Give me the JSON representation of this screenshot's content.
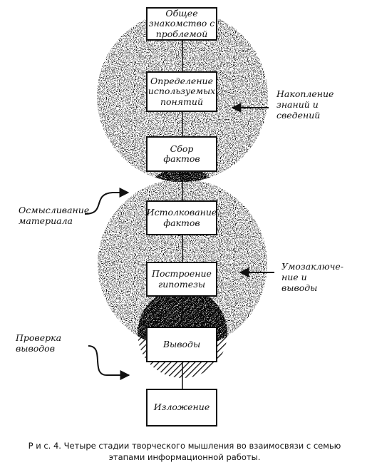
{
  "boxes": [
    {
      "id": "general",
      "label": "Общее\nзнакомство с\nпроблемой"
    },
    {
      "id": "definition",
      "label": "Определение\nиспользуемых\nпонятий"
    },
    {
      "id": "collection",
      "label": "Сбор\nфактов"
    },
    {
      "id": "interpretation",
      "label": "Истолкование\nфактов"
    },
    {
      "id": "hypothesis",
      "label": "Построение\nгипотезы"
    },
    {
      "id": "conclusions",
      "label": "Выводы"
    },
    {
      "id": "presentation",
      "label": "Изложение"
    }
  ],
  "labels": {
    "accumulation": "Накопление\nзнаний и\nсведений",
    "comprehension": "Осмысливание\nматериала",
    "inference": "Умозаключе-\nние и\nвыводы",
    "verification": "Проверка\nвыводов"
  },
  "caption": "Р и с. 4. Четыре стадии творческого мышления во взаимосвязи с семью\nэтапами информационной работы."
}
